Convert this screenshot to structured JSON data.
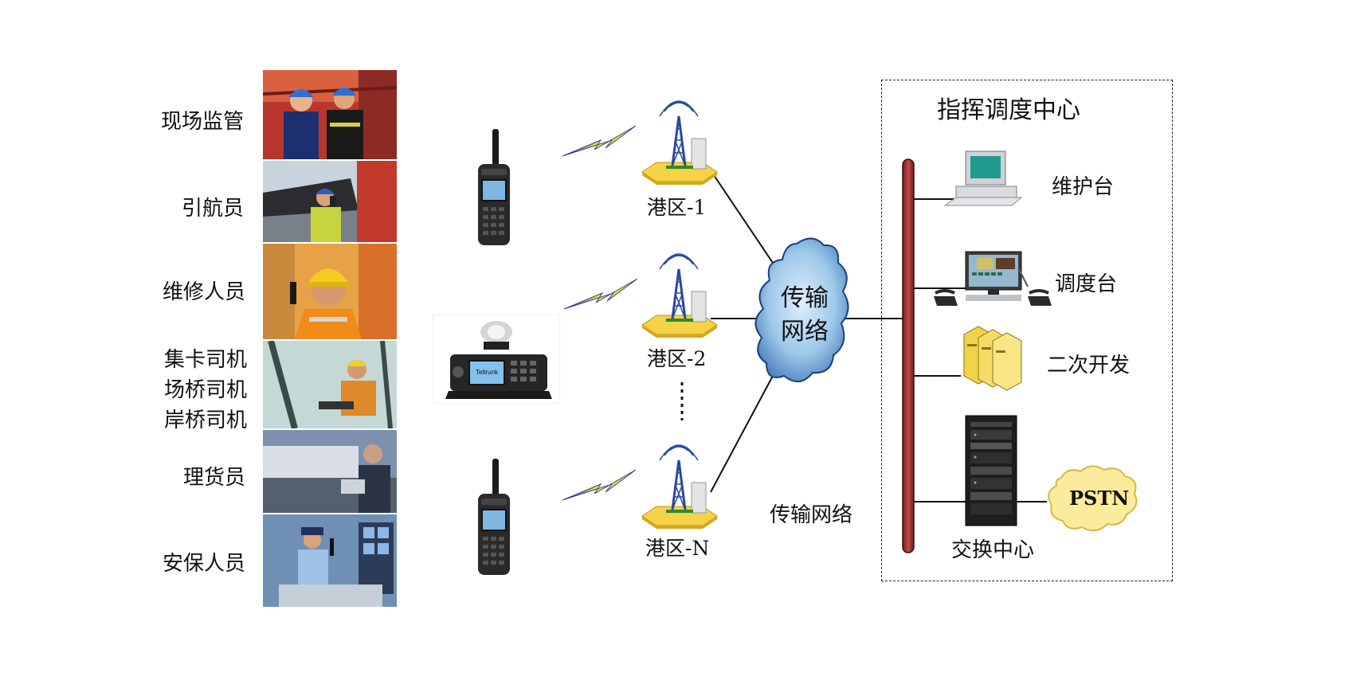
{
  "personnel": [
    "现场监管",
    "引航员",
    "维修人员",
    "集卡司机",
    "场桥司机",
    "岸桥司机",
    "理货员",
    "安保人员"
  ],
  "radio_brand": "Teltrunk",
  "ports": [
    "港区-1",
    "港区-2",
    "港区-N"
  ],
  "network": {
    "cloud_label_line1": "传输",
    "cloud_label_line2": "网络",
    "bottom_label": "传输网络"
  },
  "dispatch_center": {
    "title": "指挥调度中心",
    "items": [
      "维护台",
      "调度台",
      "二次开发",
      "交换中心"
    ],
    "pstn": "PSTN"
  },
  "colors": {
    "bus": "#a73a3a",
    "lightning": "#f2e52a",
    "tower": "#2a4aa0",
    "cloud": "#9ec8ea",
    "pstn": "#fbeb9c"
  }
}
